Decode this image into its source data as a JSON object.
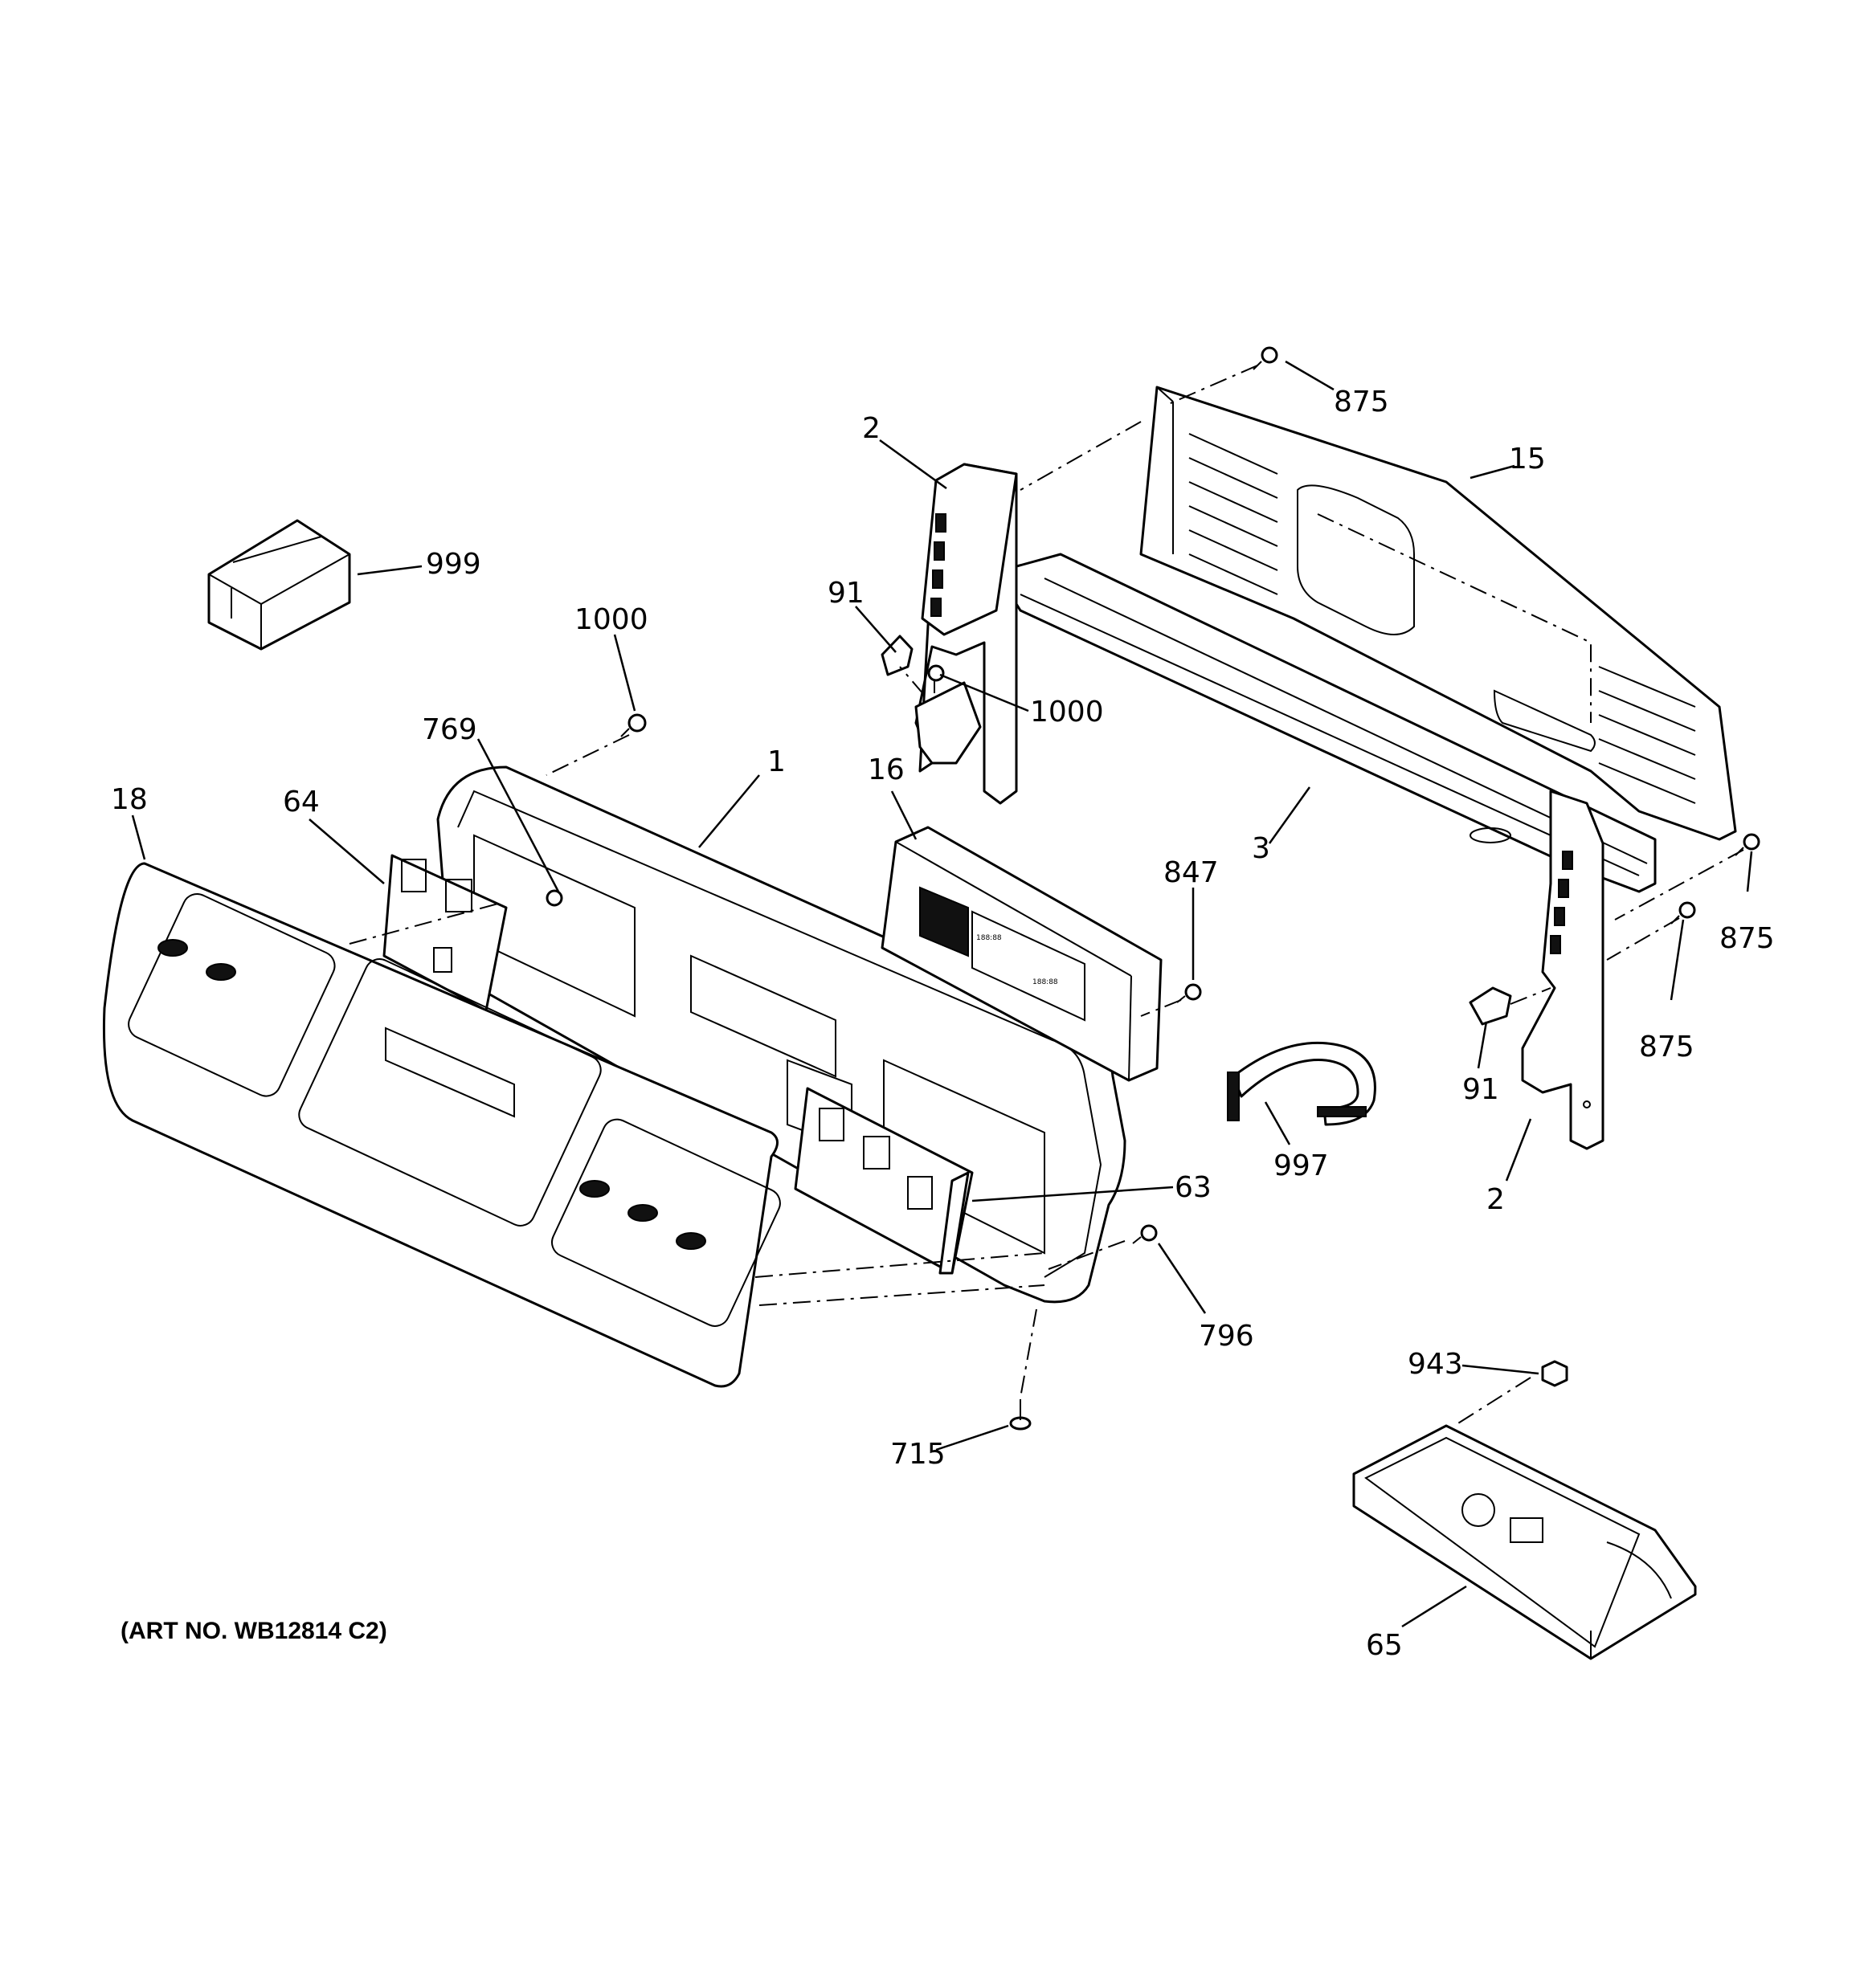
{
  "diagram": {
    "art_number": "(ART NO. WB12814 C2)",
    "callouts": [
      {
        "id": "875a",
        "label": "875"
      },
      {
        "id": "15",
        "label": "15"
      },
      {
        "id": "2a",
        "label": "2"
      },
      {
        "id": "999",
        "label": "999"
      },
      {
        "id": "91a",
        "label": "91"
      },
      {
        "id": "1000a",
        "label": "1000"
      },
      {
        "id": "1000b",
        "label": "1000"
      },
      {
        "id": "769",
        "label": "769"
      },
      {
        "id": "1",
        "label": "1"
      },
      {
        "id": "16",
        "label": "16"
      },
      {
        "id": "18",
        "label": "18"
      },
      {
        "id": "64",
        "label": "64"
      },
      {
        "id": "847",
        "label": "847"
      },
      {
        "id": "3",
        "label": "3"
      },
      {
        "id": "875b",
        "label": "875"
      },
      {
        "id": "875c",
        "label": "875"
      },
      {
        "id": "91b",
        "label": "91"
      },
      {
        "id": "997",
        "label": "997"
      },
      {
        "id": "63",
        "label": "63"
      },
      {
        "id": "2b",
        "label": "2"
      },
      {
        "id": "796",
        "label": "796"
      },
      {
        "id": "943",
        "label": "943"
      },
      {
        "id": "715",
        "label": "715"
      },
      {
        "id": "65",
        "label": "65"
      }
    ]
  }
}
